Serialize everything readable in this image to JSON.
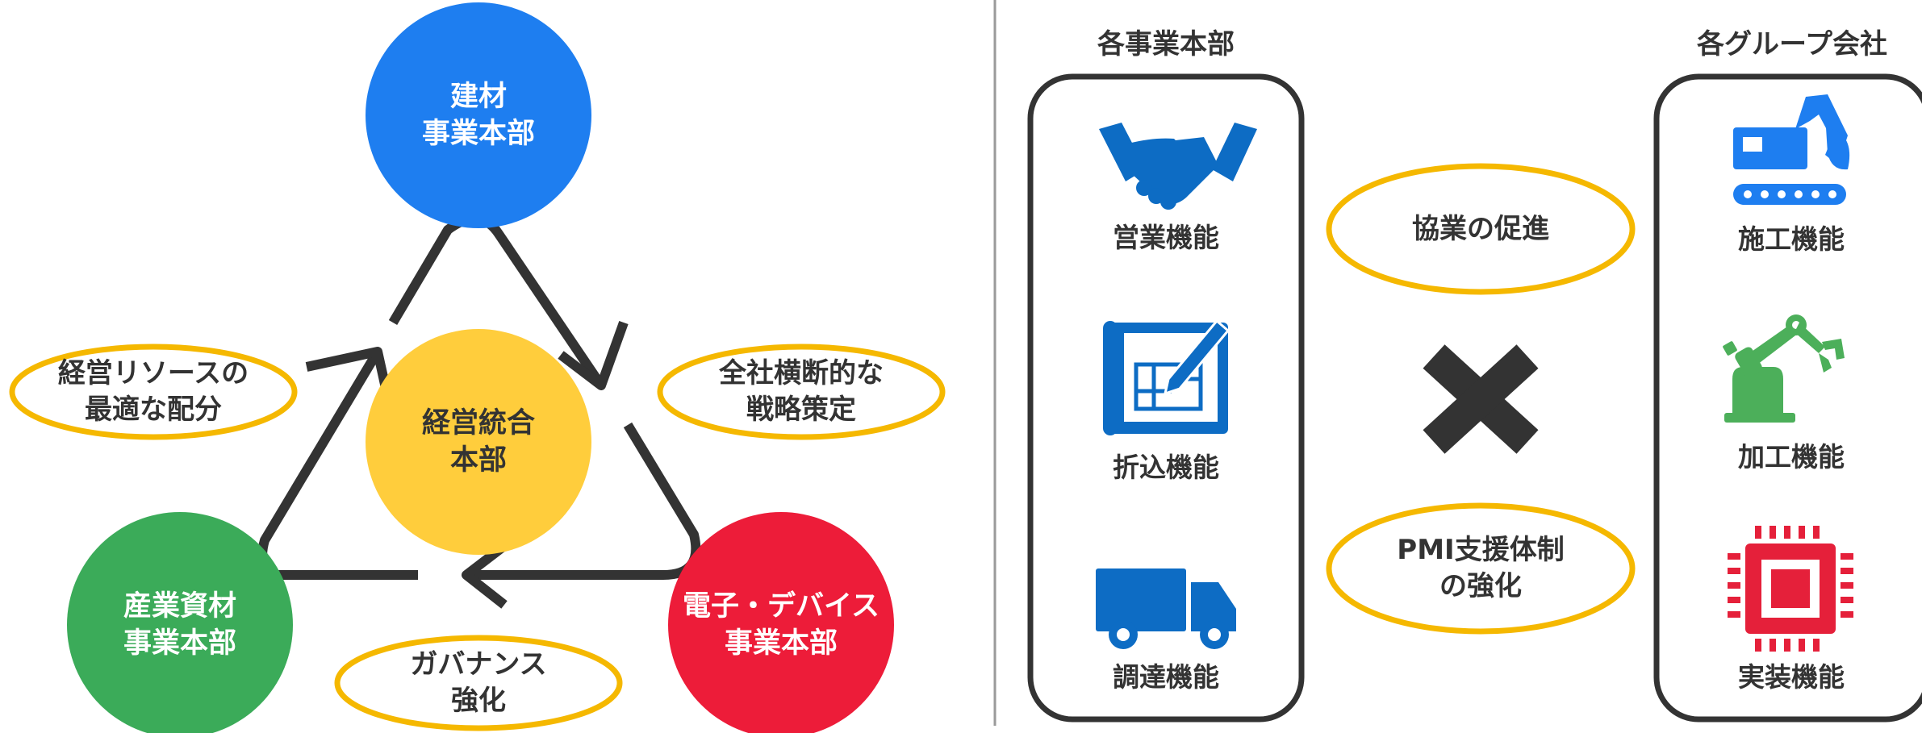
{
  "colors": {
    "blue": "#1e7ef0",
    "yellow": "#ffcd3c",
    "green": "#3bab59",
    "red": "#ed1c39",
    "oval_border": "#f5b800",
    "outline": "#333333",
    "icon_blue": "#0d6cc4",
    "icon_green": "#4caf5a",
    "icon_red": "#e5203a",
    "divider": "#9a9a9a"
  },
  "left": {
    "center": {
      "label": "経営統合\n本部"
    },
    "top": {
      "label": "建材\n事業本部"
    },
    "bottom_left": {
      "label": "産業資材\n事業本部"
    },
    "bottom_right": {
      "label": "電子・デバイス\n事業本部"
    },
    "oval_left": {
      "label": "経営リソースの\n最適な配分"
    },
    "oval_right": {
      "label": "全社横断的な\n戦略策定"
    },
    "oval_bottom": {
      "label": "ガバナンス\n強化"
    }
  },
  "right": {
    "col1_title": "各事業本部",
    "col2_title": "各グループ会社",
    "col1_items": [
      {
        "label": "営業機能",
        "icon": "handshake-icon"
      },
      {
        "label": "折込機能",
        "icon": "blueprint-icon"
      },
      {
        "label": "調達機能",
        "icon": "truck-icon"
      }
    ],
    "col2_items": [
      {
        "label": "施工機能",
        "icon": "excavator-icon"
      },
      {
        "label": "加工機能",
        "icon": "robot-arm-icon"
      },
      {
        "label": "実装機能",
        "icon": "chip-icon"
      }
    ],
    "oval_top": {
      "label": "協業の促進"
    },
    "oval_bottom": {
      "label": "PMI支援体制\nの強化"
    },
    "cross_icon": "cross-icon"
  }
}
